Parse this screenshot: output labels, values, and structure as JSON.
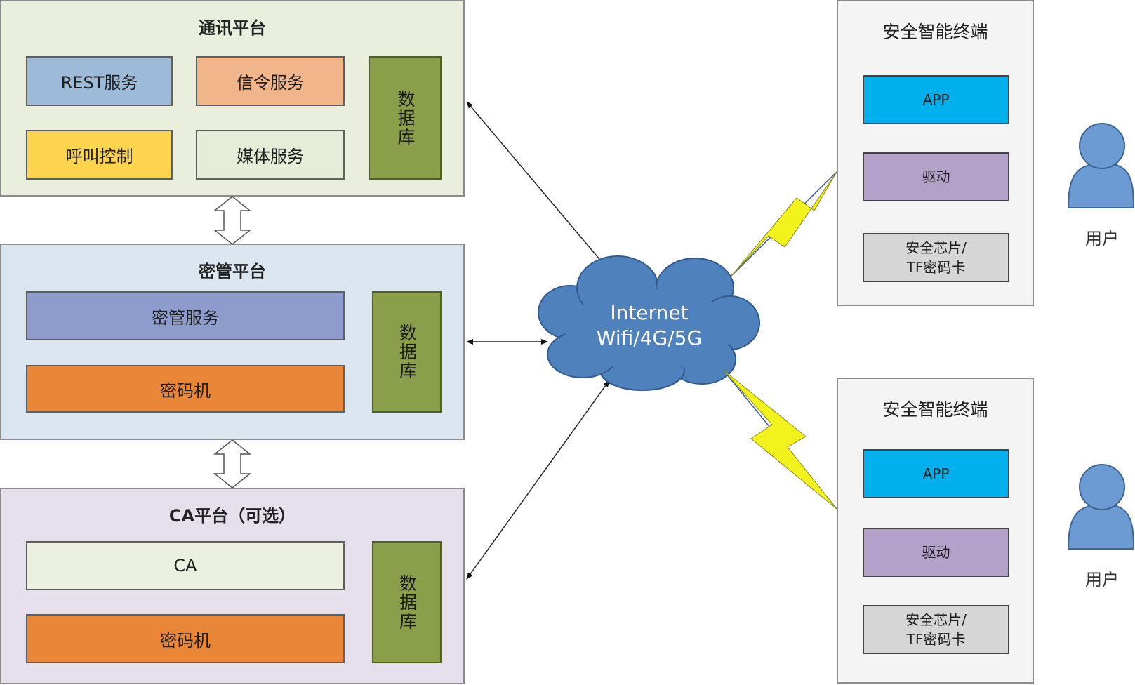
{
  "platforms": {
    "comm": {
      "title": "通讯平台",
      "rest": "REST服务",
      "signal": "信令服务",
      "call": "呼叫控制",
      "media": "媒体服务",
      "db": "数据库"
    },
    "key": {
      "title": "密管平台",
      "service": "密管服务",
      "hsm": "密码机",
      "db": "数据库"
    },
    "ca": {
      "title": "CA平台（可选）",
      "ca": "CA",
      "hsm": "密码机",
      "db": "数据库"
    }
  },
  "network": {
    "line1": "Internet",
    "line2": "Wifi/4G/5G"
  },
  "terminals": [
    {
      "title": "安全智能终端",
      "app": "APP",
      "driver": "驱动",
      "chip_line1": "安全芯片/",
      "chip_line2": "TF密码卡",
      "user": "用户"
    },
    {
      "title": "安全智能终端",
      "app": "APP",
      "driver": "驱动",
      "chip_line1": "安全芯片/",
      "chip_line2": "TF密码卡",
      "user": "用户"
    }
  ],
  "colors": {
    "comm_bg": "#eaeedc",
    "key_bg": "#dce6f0",
    "ca_bg": "#e5e0ec",
    "rest": "#9dbbd9",
    "signal": "#f1b58c",
    "call": "#fcd44e",
    "media": "#e7ecd8",
    "key_service": "#8e9ccd",
    "hsm": "#ea8638",
    "ca": "#ebf0de",
    "db": "#8b9f4a",
    "app": "#00b0ec",
    "driver": "#b3a1c9",
    "chip": "#d6d6d6",
    "cloud": "#4f81bd",
    "lightning": "#f2f21d",
    "user": "#6b9bd2"
  },
  "icons": [
    "user-icon",
    "lightning-icon",
    "cloud-icon",
    "double-arrow-icon"
  ]
}
